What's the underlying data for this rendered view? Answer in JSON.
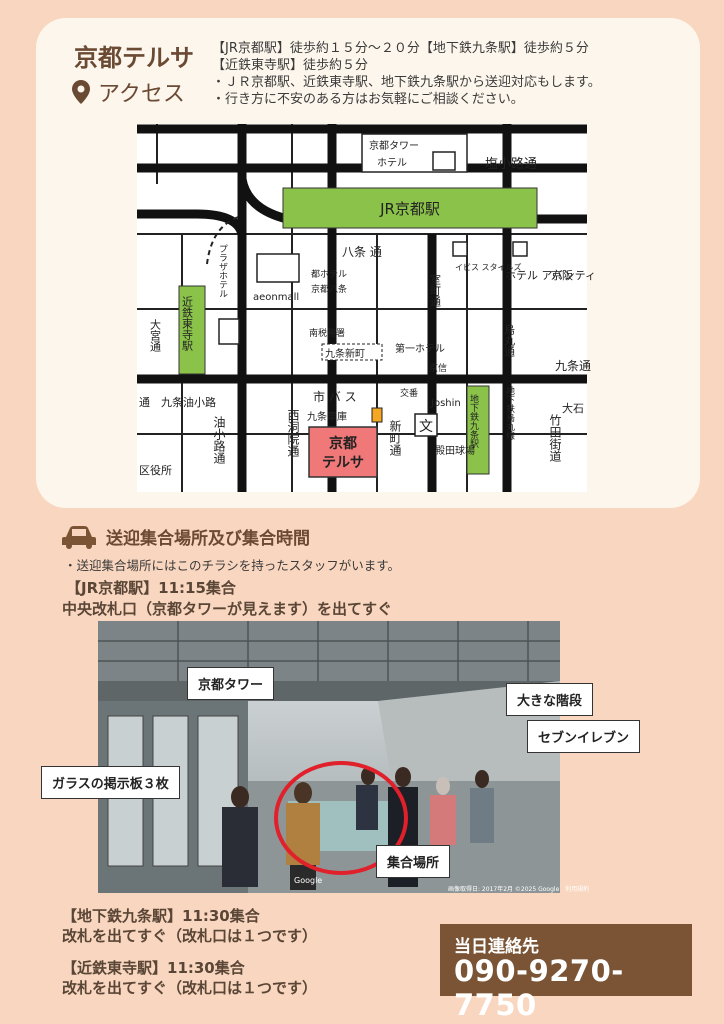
{
  "header": {
    "title": "京都テルサ",
    "access": "アクセス"
  },
  "info": {
    "line1": "【JR京都駅】徒歩約１５分～２０分【地下鉄九条駅】徒歩約５分",
    "line2": "【近鉄東寺駅】徒歩約５分",
    "line3": "・ＪＲ京都駅、近鉄東寺駅、地下鉄九条駅から送迎対応もします。",
    "line4": "・行き方に不安のある方はお気軽にご相談ください。"
  },
  "map": {
    "kyoto_tower_1": "京都タワー",
    "kyoto_tower_2": "ホテル",
    "shiokoji": "塩小路通",
    "jr_station": "JR京都駅",
    "hachijo": "八条 通",
    "miyako_hotel_1": "都ホテル",
    "miyako_hotel_2": "京都八条",
    "aeonmall": "aeonmall",
    "plaza_hotel": "プラザホテル",
    "kintetsu": "近鉄東寺駅",
    "omiya": "大宮通",
    "muromachi": "室町通",
    "ibis": "イビス スタイルズ",
    "hotel_avanti": "ホテル アバンティ",
    "keihan": "京阪",
    "karasuma": "烏丸通",
    "tax_office": "南税務署",
    "kujo_shinmachi": "九条新町",
    "daiichi_hotel": "第一ホテル",
    "kyoshin": "京信",
    "kujo_dori": "九条通",
    "kujo_aburanokoji": "九条油小路",
    "aburanokoji": "油小路通",
    "bus_depot_1": "市 バ ス",
    "bus_depot_2": "九条車庫",
    "koban": "交番",
    "joshin": "Joshin",
    "subway_kujo": "地下鉄九条駅",
    "subway_line": "地下鉄烏丸線",
    "nishinotoin": "西洞院通",
    "shinmachi": "新町通",
    "school": "文",
    "tonoda": "殿田球場",
    "takeda": "竹田街道",
    "terrsa_1": "京都",
    "terrsa_2": "テルサ",
    "ward_office": "区役所",
    "dori": "通",
    "ohashi": "大石"
  },
  "meeting": {
    "section_title": "送迎集合場所及び集合時間",
    "note": "・送迎集合場所にはこのチラシを持ったスタッフがいます。",
    "jr_time": "【JR京都駅】11:15集合",
    "jr_desc": "中央改札口（京都タワーが見えます）を出てすぐ",
    "photo_labels": {
      "tower": "京都タワー",
      "stairs": "大きな階段",
      "seven": "セブンイレブン",
      "glass": "ガラスの掲示板３枚",
      "meet": "集合場所"
    },
    "photo_credit": "画像取得日: 2017年2月 ©2025 Google　利用規約",
    "google": "Google",
    "subway_time": "【地下鉄九条駅】11:30集合",
    "subway_desc": "改札を出てすぐ（改札口は１つです）",
    "kintetsu_time": "【近鉄東寺駅】11:30集合",
    "kintetsu_desc": "改札を出てすぐ（改札口は１つです）"
  },
  "contact": {
    "label": "当日連絡先",
    "phone": "090-9270-7750"
  },
  "colors": {
    "background": "#f9d6bf",
    "card": "#fdf6ec",
    "brown": "#7a5434",
    "green": "#8bc34a",
    "terrsa": "#f07878",
    "circle": "#e0202a"
  }
}
